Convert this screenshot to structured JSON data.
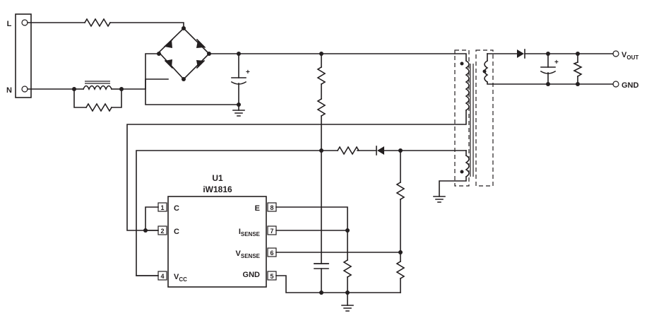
{
  "ports": {
    "line": "L",
    "neutral": "N",
    "vout": "V",
    "vout_sub": "OUT",
    "gnd": "GND"
  },
  "ic": {
    "ref": "U1",
    "part": "iW1816",
    "pins": [
      {
        "num": "1",
        "name": "C",
        "sub": ""
      },
      {
        "num": "2",
        "name": "C",
        "sub": ""
      },
      {
        "num": "4",
        "name": "V",
        "sub": "CC"
      },
      {
        "num": "8",
        "name": "E",
        "sub": ""
      },
      {
        "num": "7",
        "name": "I",
        "sub": "SENSE"
      },
      {
        "num": "6",
        "name": "V",
        "sub": "SENSE"
      },
      {
        "num": "5",
        "name": "GND",
        "sub": ""
      }
    ]
  },
  "polarity_mark": "+"
}
